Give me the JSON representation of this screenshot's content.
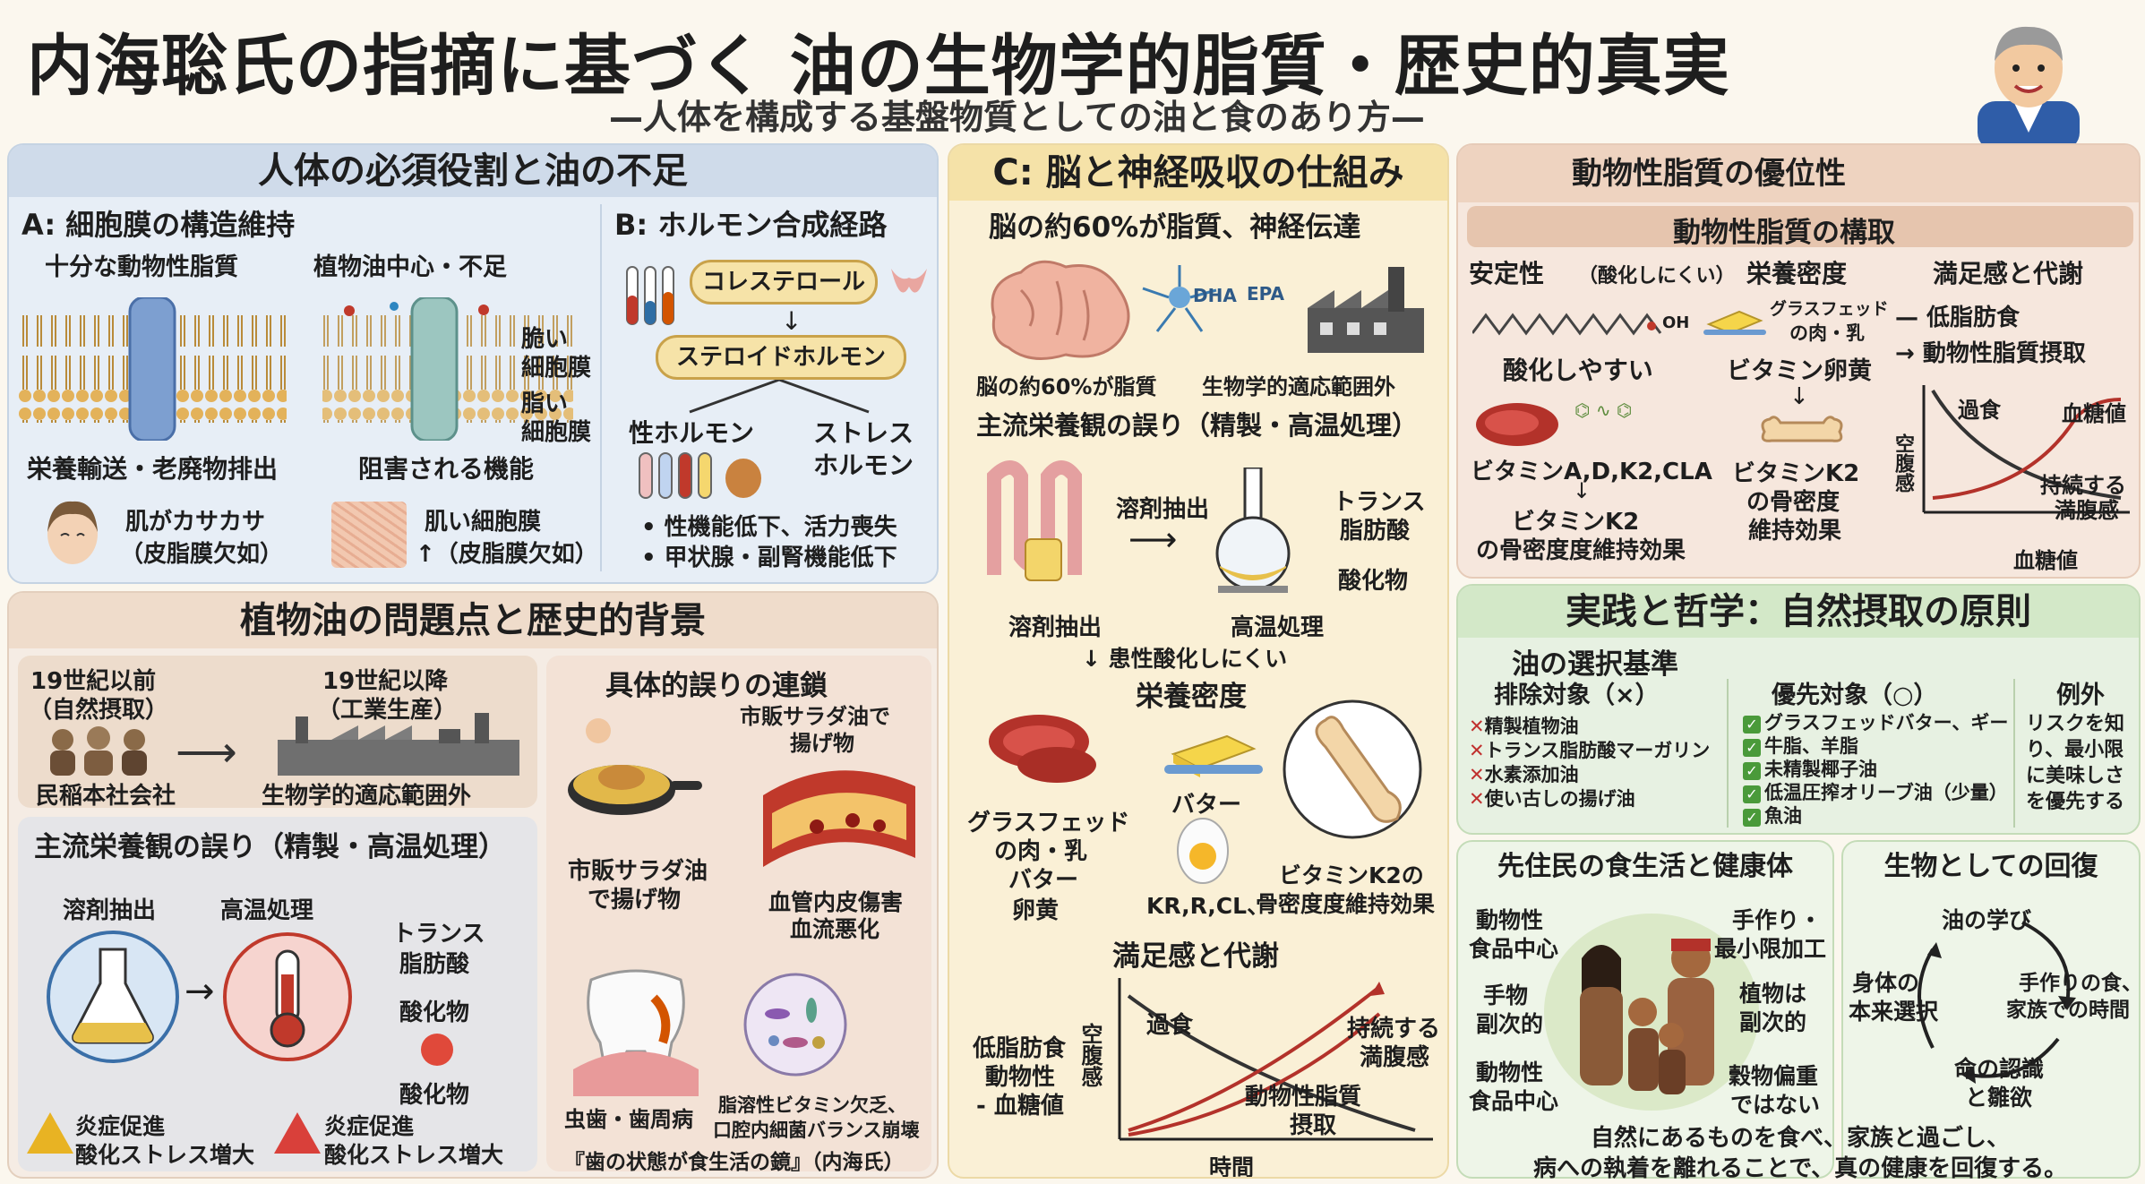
{
  "header": {
    "title": "内海聡氏の指摘に基づく 油の生物学的脂質・歴史的真実",
    "subtitle": "—人体を構成する基盤物質としての油と食のあり方—"
  },
  "p1": {
    "title": "人体の必須役割と油の不足",
    "a_title": "A: 細胞膜の構造維持",
    "good": "十分な動物性脂質",
    "bad": "植物油中心・不足",
    "weak1": "脆い",
    "weak2": "細胞膜",
    "weak3": "脂い",
    "weak4": "細胞膜",
    "nutri": "栄養輸送・老廃物排出",
    "blocked": "阻害される機能",
    "skin1": "肌がカサカサ",
    "skin2": "（皮脂膜欠如）",
    "skin3": "肌い細胞膜",
    "skin4": "↑（皮脂膜欠如）",
    "b_title": "B: ホルモン合成経路",
    "chol": "コレステロール",
    "steroid": "ステロイドホルモン",
    "sex": "性ホルモン",
    "stress1": "ストレス",
    "stress2": "ホルモン",
    "eff1": "• 性機能低下、活力喪失",
    "eff2": "• 甲状腺・副腎機能低下"
  },
  "p2": {
    "title": "植物油の問題点と歴史的背景",
    "before1": "19世紀以前",
    "before2": "（自然摂取）",
    "after1": "19世紀以降",
    "after2": "（工業生産）",
    "people": "民稲本社会社",
    "range": "生物学的適応範囲外",
    "err_title": "主流栄養観の誤り（精製・高温処理）",
    "solvent": "溶剤抽出",
    "heat": "高温処理",
    "trans1": "トランス",
    "trans2": "脂肪酸",
    "ox1": "酸化物",
    "ox2": "酸化物",
    "warn1a": "炎症促進",
    "warn1b": "酸化ストレス増大",
    "warn2a": "炎症促進",
    "warn2b": "酸化ストレス増大",
    "chain_title": "具体的誤りの連鎖",
    "salad1": "市販サラダ油で",
    "salad2": "揚げ物",
    "salad3": "市販サラダ油",
    "salad4": "で揚げ物",
    "vessel1": "血管内皮傷害",
    "vessel2": "血流悪化",
    "teeth": "虫歯・歯周病",
    "vit1": "脂溶性ビタミン欠乏、",
    "vit2": "口腔内細菌バランス崩壊",
    "quote": "『歯の状態が食生活の鏡』（内海氏）"
  },
  "p3": {
    "title": "C: 脳と神経吸収の仕組み",
    "brain": "脳の約60%が脂質、神経伝達",
    "dha": "DHA",
    "epa": "EPA",
    "brain_cap": "脳の約60%が脂質",
    "range": "生物学的適応範囲外",
    "err_title": "主流栄養観の誤り（精製・高温処理）",
    "solvent1": "溶剤抽出",
    "solvent2": "溶剤抽出",
    "heat": "高温処理",
    "trans1": "トランス",
    "trans2": "脂肪酸",
    "ox": "酸化物",
    "stable": "↓ 患性酸化しにくい",
    "density": "栄養密度",
    "grass1": "グラスフェッド",
    "grass2": "の肉・乳",
    "grass3": "バター",
    "grass4": "卵黄",
    "butter": "バター",
    "kr": "KR,R,CL、",
    "k2a": "ビタミンK2の",
    "k2b": "骨密度度維持効果",
    "sat_title": "満足感と代謝",
    "low1": "低脂肪食",
    "low2": "動物性",
    "low3": "- 血糖値",
    "overeat": "過食",
    "sustain1": "持続する",
    "sustain2": "満腹感",
    "animal1": "動物性脂質",
    "animal2": "摂取",
    "yaxis": "空腹感",
    "xaxis": "時間"
  },
  "p4": {
    "title": "動物性脂質の優位性",
    "sub": "動物性脂質の構取",
    "stab": "安定性",
    "stab_small": "（酸化しにくい）",
    "dens": "栄養密度",
    "sat": "満足感と代謝",
    "oh": "OH",
    "oxid": "酸化しやすい",
    "grass1": "グラスフェッド",
    "grass2": "の肉・乳",
    "yolk": "ビタミン卵黄",
    "vits": "ビタミンA,D,K2,CLA",
    "k2a": "ビタミンK2",
    "k2b": "の骨密度度維持効果",
    "k2c": "ビタミンK2",
    "k2d": "の骨密度",
    "k2e": "維持効果",
    "lowfat": "— 低脂肪食",
    "animal": "→ 動物性脂質摂取",
    "overeat": "過食",
    "sugar": "血糖値",
    "sustain1": "持続する",
    "sustain2": "満腹感",
    "yaxis": "空腹感",
    "xaxis": "血糖値"
  },
  "p5": {
    "title": "実践と哲学：自然摂取の原則",
    "sel": "油の選択基準",
    "excl": "排除対象（×）",
    "excl_items": [
      "精製植物油",
      "トランス脂肪酸マーガリン",
      "水素添加油",
      "使い古しの揚げ油"
    ],
    "pri": "優先対象（○）",
    "pri_items": [
      "グラスフェッドバター、ギー",
      "牛脂、羊脂",
      "未精製椰子油",
      "低温圧搾オリーブ油（少量）",
      "魚油"
    ],
    "exc": "例外",
    "exc_items": [
      "リスクを知",
      "り、最小限",
      "に美味しさ",
      "を優先する"
    ]
  },
  "p6": {
    "title": "先住民の食生活と健康体",
    "l1a": "動物性",
    "l1b": "食品中心",
    "l2a": "手物",
    "l2b": "副次的",
    "l3a": "動物性",
    "l3b": "食品中心",
    "r1a": "手作り・",
    "r1b": "最小限加工",
    "r2a": "植物は",
    "r2b": "副次的",
    "r3a": "穀物偏重",
    "r3b": "ではない"
  },
  "p7": {
    "title": "生物としての回復",
    "c1": "油の学び",
    "c2a": "手作りの食、",
    "c2b": "家族での時間",
    "c3a": "命の認識",
    "c3b": "と雛欲",
    "c4a": "身体の",
    "c4b": "本来選択"
  },
  "footer": {
    "l1": "自然にあるものを食べ、家族と過ごし、",
    "l2": "病への執着を離れることで、真の健康を回復する。"
  }
}
